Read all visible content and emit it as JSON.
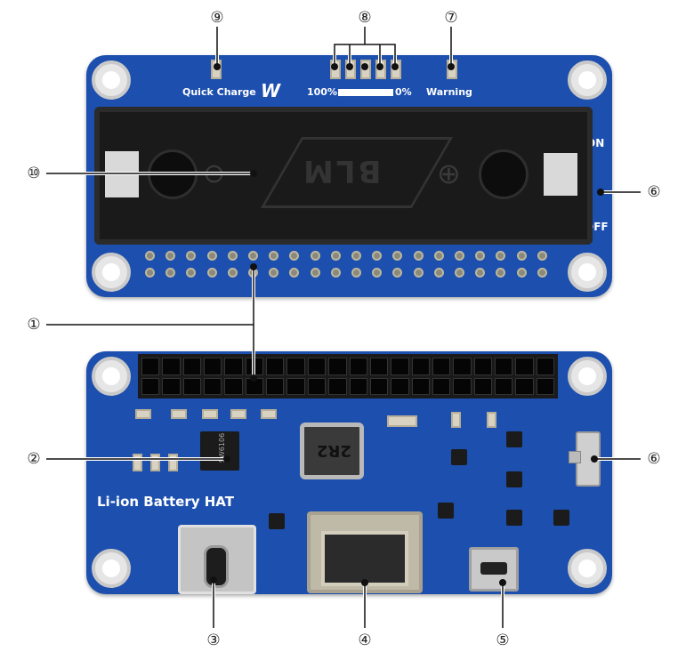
{
  "callouts": {
    "c1": "①",
    "c2": "②",
    "c3": "③",
    "c4": "④",
    "c5": "⑤",
    "c6a": "⑥",
    "c6b": "⑥",
    "c7": "⑦",
    "c8": "⑧",
    "c9": "⑨",
    "c10": "⑩"
  },
  "top_board": {
    "quick_charge": "Quick Charge",
    "percent_full": "100%",
    "percent_empty": "0%",
    "warning": "Warning",
    "switch_on": "ON",
    "switch_off": "OFF",
    "holder_brand": "BLM",
    "minus": "⊖",
    "plus": "⊕",
    "logo": "W"
  },
  "bottom_board": {
    "title": "Li-ion Battery HAT",
    "ic_label": "SW6106",
    "inductor_label": "2R2"
  },
  "colors": {
    "pcb": "#1d4fae",
    "holder": "#1a1a1a"
  }
}
